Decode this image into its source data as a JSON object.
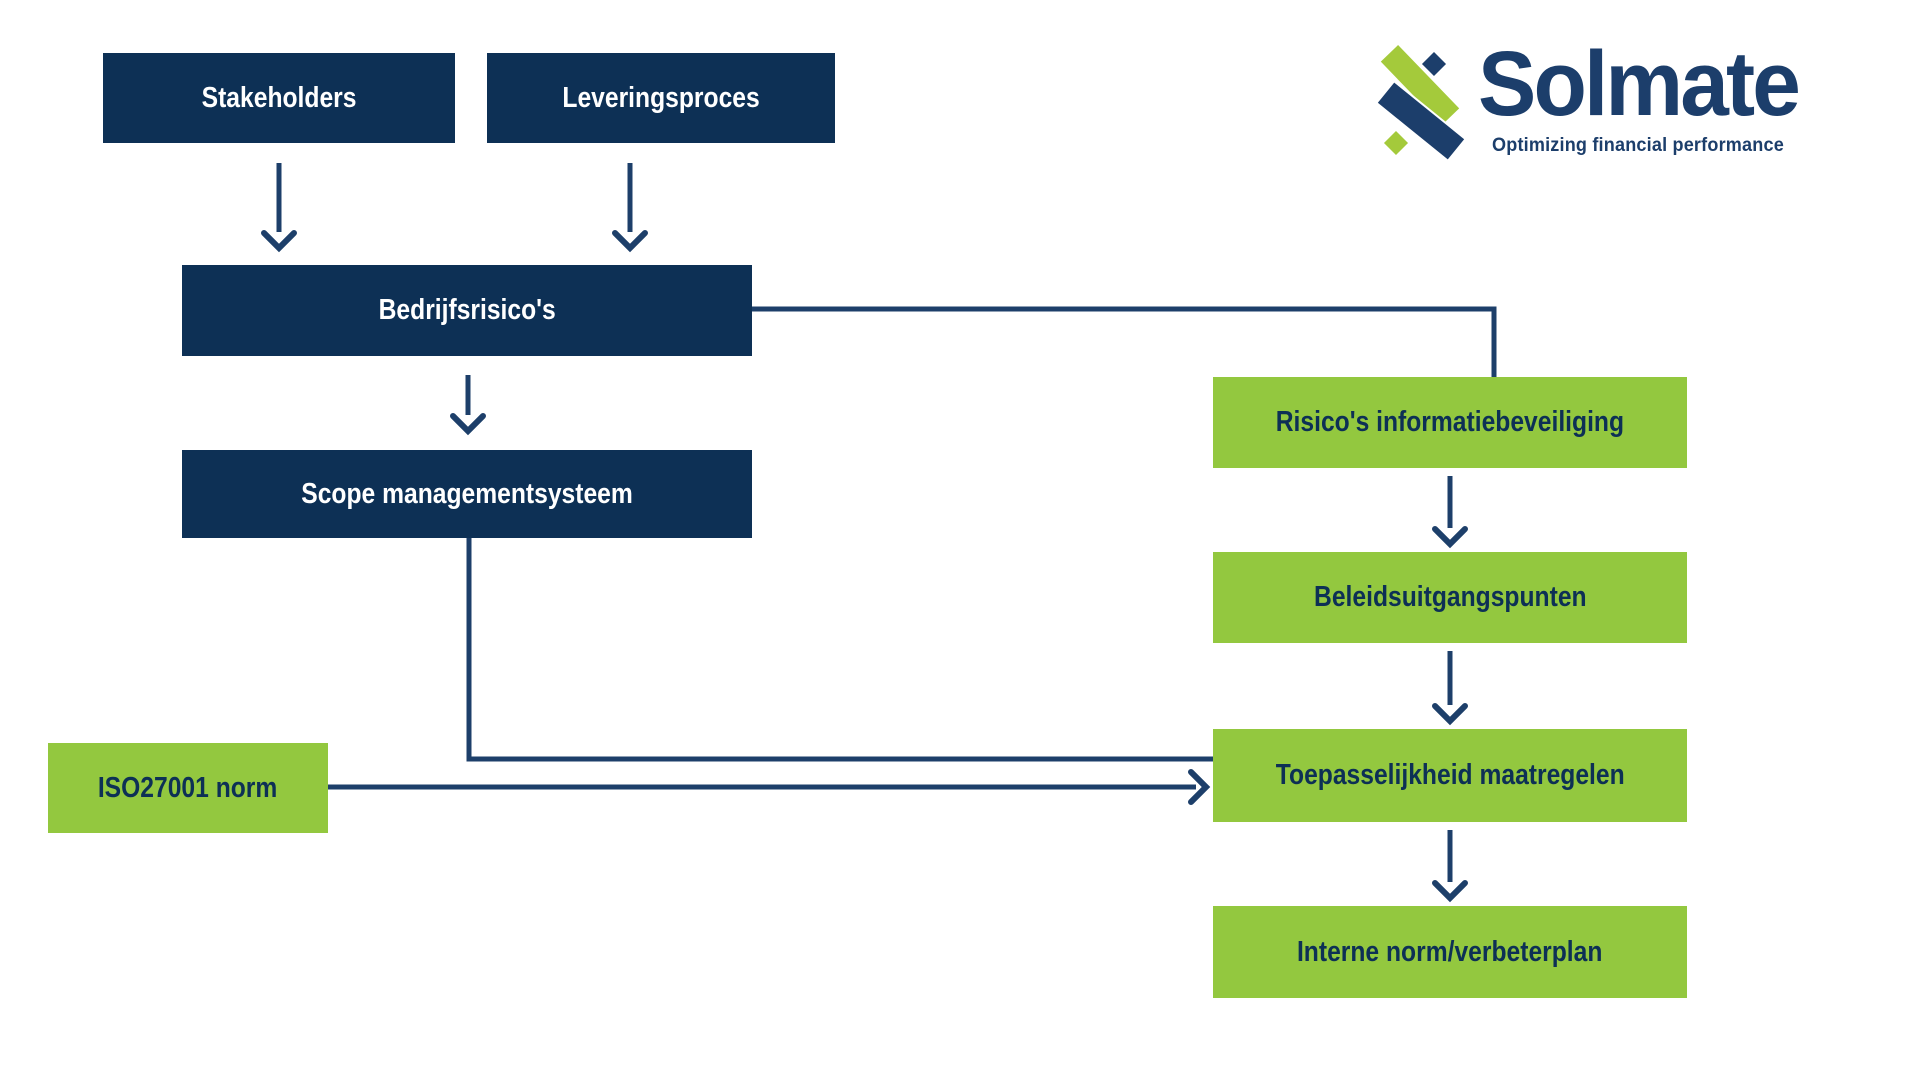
{
  "logo": {
    "brand": "Solmate",
    "tagline": "Optimizing financial performance"
  },
  "nodes": {
    "stakeholders": "Stakeholders",
    "leveringsproces": "Leveringsproces",
    "bedrijfsrisicos": "Bedrijfsrisico's",
    "scope": "Scope managementsysteem",
    "iso27001": "ISO27001 norm",
    "risicos_informatiebeveiliging": "Risico's informatiebeveiliging",
    "beleidsuitgangspunten": "Beleidsuitgangspunten",
    "toepasselijkheid": "Toepasselijkheid maatregelen",
    "interne_norm": "Interne norm/verbeterplan"
  },
  "colors": {
    "navy_box": "#0d3055",
    "green_box": "#93c83f",
    "connector": "#1d3f6a",
    "text_on_navy": "#ffffff",
    "text_on_green": "#0d3055",
    "logo_navy": "#1c3e6b",
    "logo_green": "#a4ca3b"
  }
}
